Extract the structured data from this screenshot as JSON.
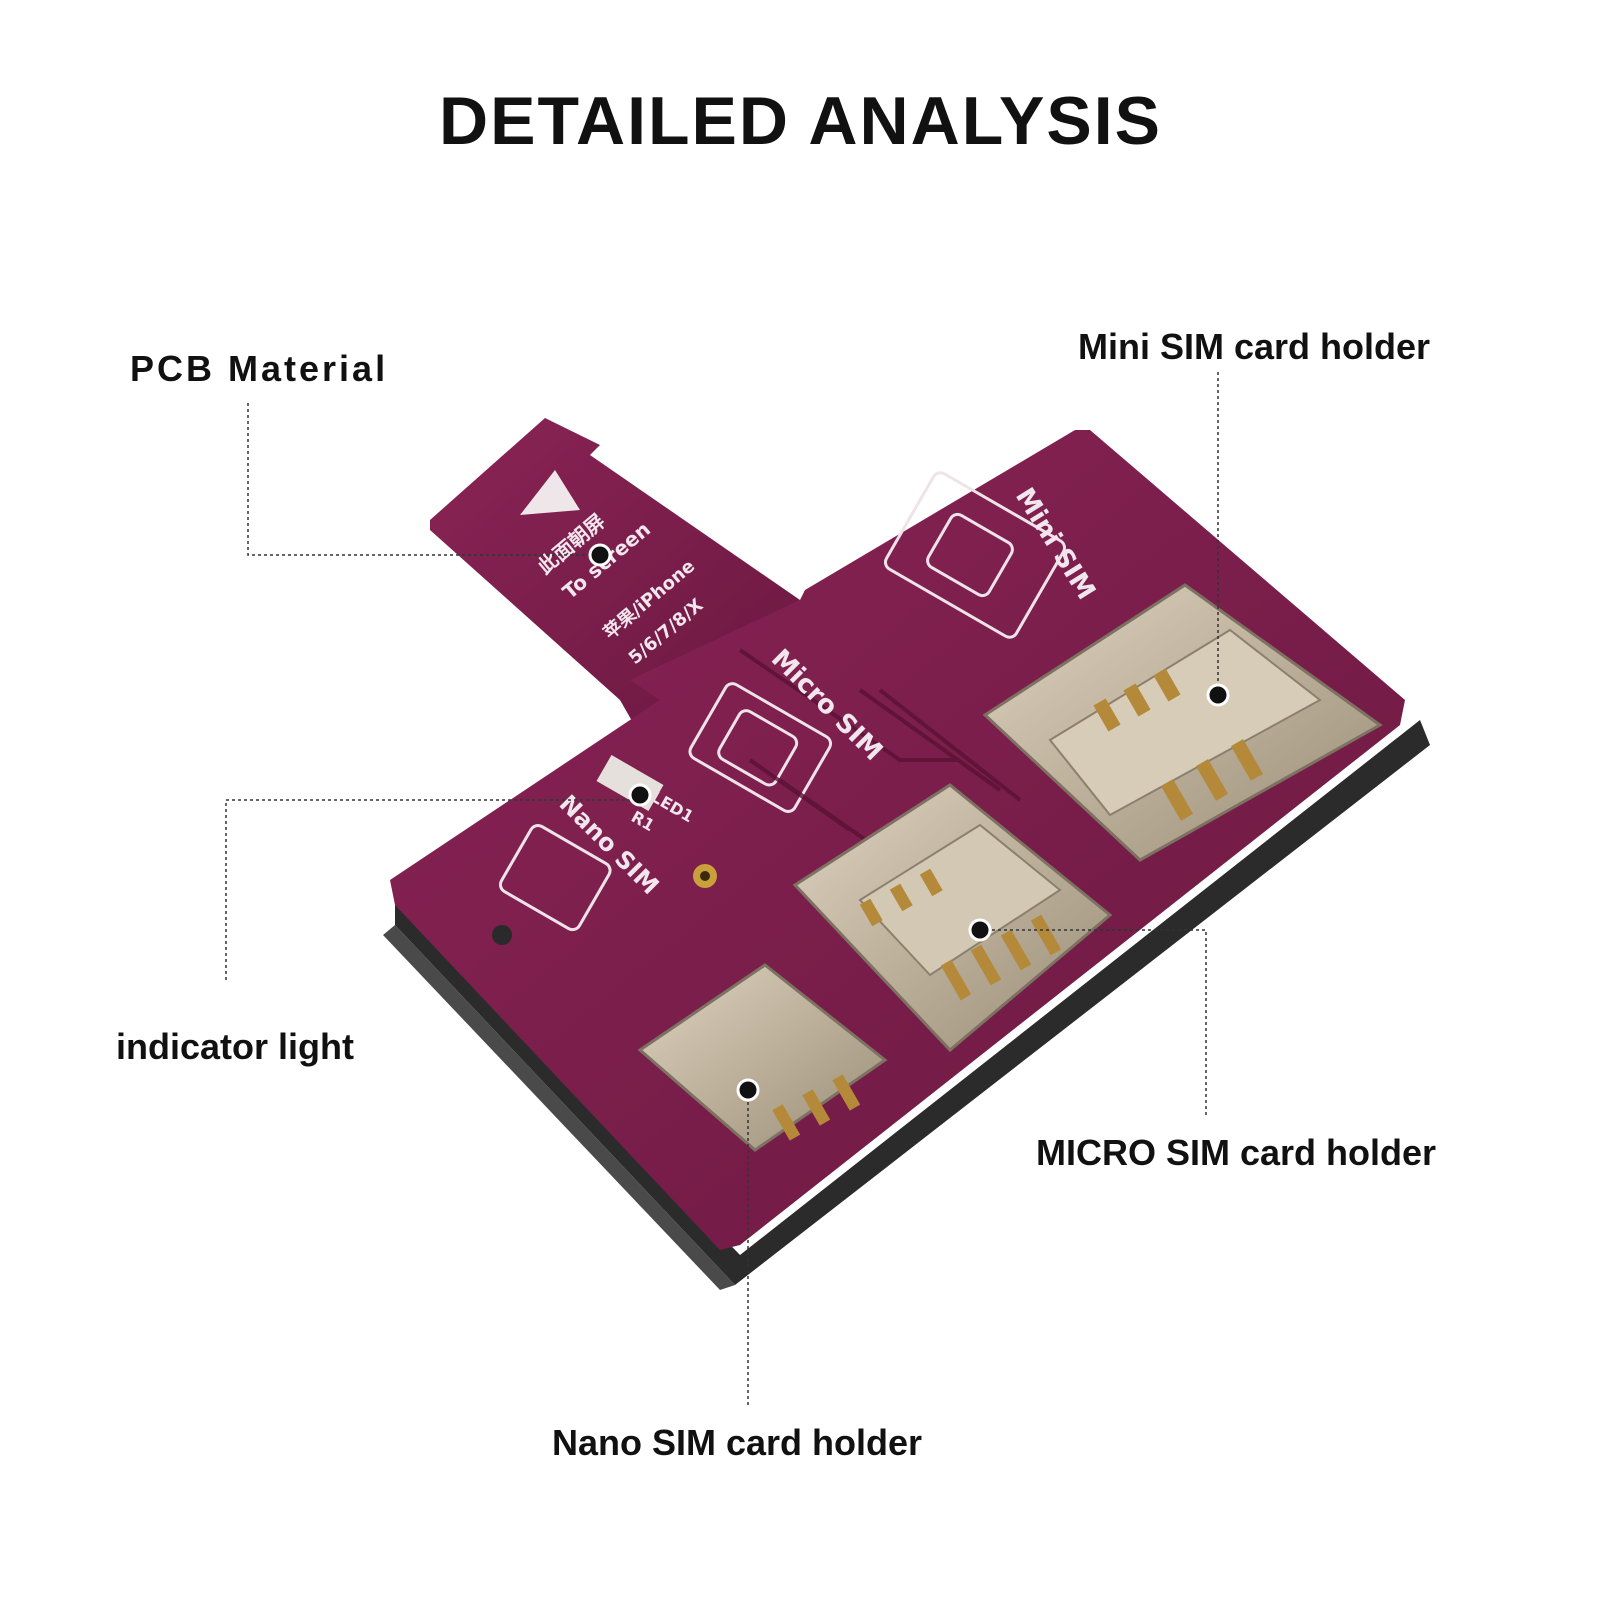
{
  "title": "DETAILED ANALYSIS",
  "callouts": {
    "pcb_material": "PCB Material",
    "mini_sim_holder": "Mini SIM card holder",
    "indicator_light": "indicator light",
    "micro_sim_holder": "MICRO SIM card holder",
    "nano_sim_holder": "Nano SIM card holder"
  },
  "board_print": {
    "mini_sim": "Mini SIM",
    "micro_sim": "Micro SIM",
    "nano_sim": "Nano SIM",
    "led": "LED1",
    "resistor": "R1",
    "tab_line1": "此面朝屏",
    "tab_line2": "To screen",
    "tab_line3": "苹果/iPhone",
    "tab_line4": "5/6/7/8/X"
  },
  "colors": {
    "pcb": "#7a1d4b",
    "pcb_dark": "#5a1236",
    "silkscreen": "#f1e6ee",
    "metal": "#c7bba6",
    "led": "#e8262b"
  }
}
